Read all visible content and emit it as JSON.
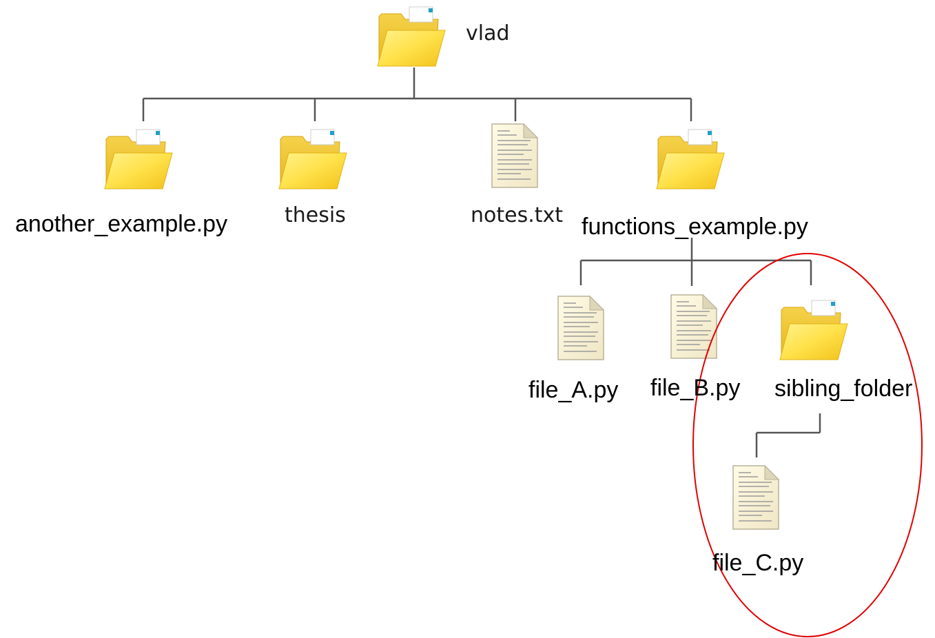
{
  "tree": {
    "root": {
      "label": "vlad",
      "icon": "folder-icon"
    },
    "children": [
      {
        "label": "another_example.py",
        "icon": "folder-icon"
      },
      {
        "label": "thesis",
        "icon": "folder-icon"
      },
      {
        "label": "notes.txt",
        "icon": "document-icon"
      },
      {
        "label": "functions_example.py",
        "icon": "folder-icon"
      }
    ],
    "functions_children": [
      {
        "label": "file_A.py",
        "icon": "document-icon"
      },
      {
        "label": "file_B.py",
        "icon": "document-icon"
      },
      {
        "label": "sibling_folder",
        "icon": "folder-icon"
      }
    ],
    "sibling_children": [
      {
        "label": "file_C.py",
        "icon": "document-icon"
      }
    ]
  },
  "colors": {
    "line": "#555555",
    "highlight": "#e00000",
    "folder": "#f7c928"
  }
}
